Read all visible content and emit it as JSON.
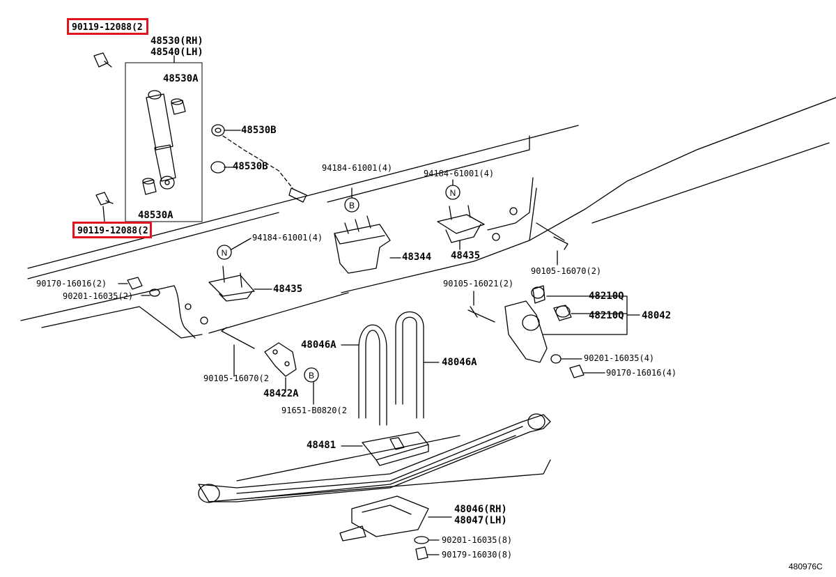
{
  "highlighted_part": "90119-12088",
  "highlight_color": "#e0141e",
  "labels": {
    "bolt_top": "90119-12088(2",
    "bolt_bottom": "90119-12088(2",
    "shock_rh": "48530(RH)",
    "shock_lh": "48540(LH)",
    "bush_a_top": "48530A",
    "bush_a_bottom": "48530A",
    "bush_b_top": "48530B",
    "bush_b_bottom": "48530B",
    "stud_b": "94184-61001(4)",
    "stud_n_right": "94184-61001(4)",
    "stud_n_left": "94184-61001(4)",
    "bumper_center": "48344",
    "bumper_left": "48435",
    "bumper_right": "48435",
    "bolt_rear": "90105-16070(2)",
    "nut_left": "90170-16016(2)",
    "washer_left": "90201-16035(2)",
    "bolt_shackle": "90105-16021(2)",
    "bush_q_top": "48210Q",
    "bush_q_bottom": "48210Q",
    "shackle": "48042",
    "washer_right": "90201-16035(4)",
    "nut_right": "90170-16016(4)",
    "ubolt_left": "48046A",
    "ubolt_right": "48046A",
    "bolt_bracket": "90105-16070(2",
    "bracket": "48422A",
    "nut_ubolt": "91651-B0820(2",
    "spacer": "48481",
    "seat_rh": "48046(RH)",
    "seat_lh": "48047(LH)",
    "washer_bottom": "90201-16035(8)",
    "nut_bottom": "90179-16030(8)",
    "diagram_id": "480976C"
  },
  "markers": {
    "b_top": "B",
    "b_bottom": "B",
    "n_right": "N",
    "n_left": "N"
  }
}
